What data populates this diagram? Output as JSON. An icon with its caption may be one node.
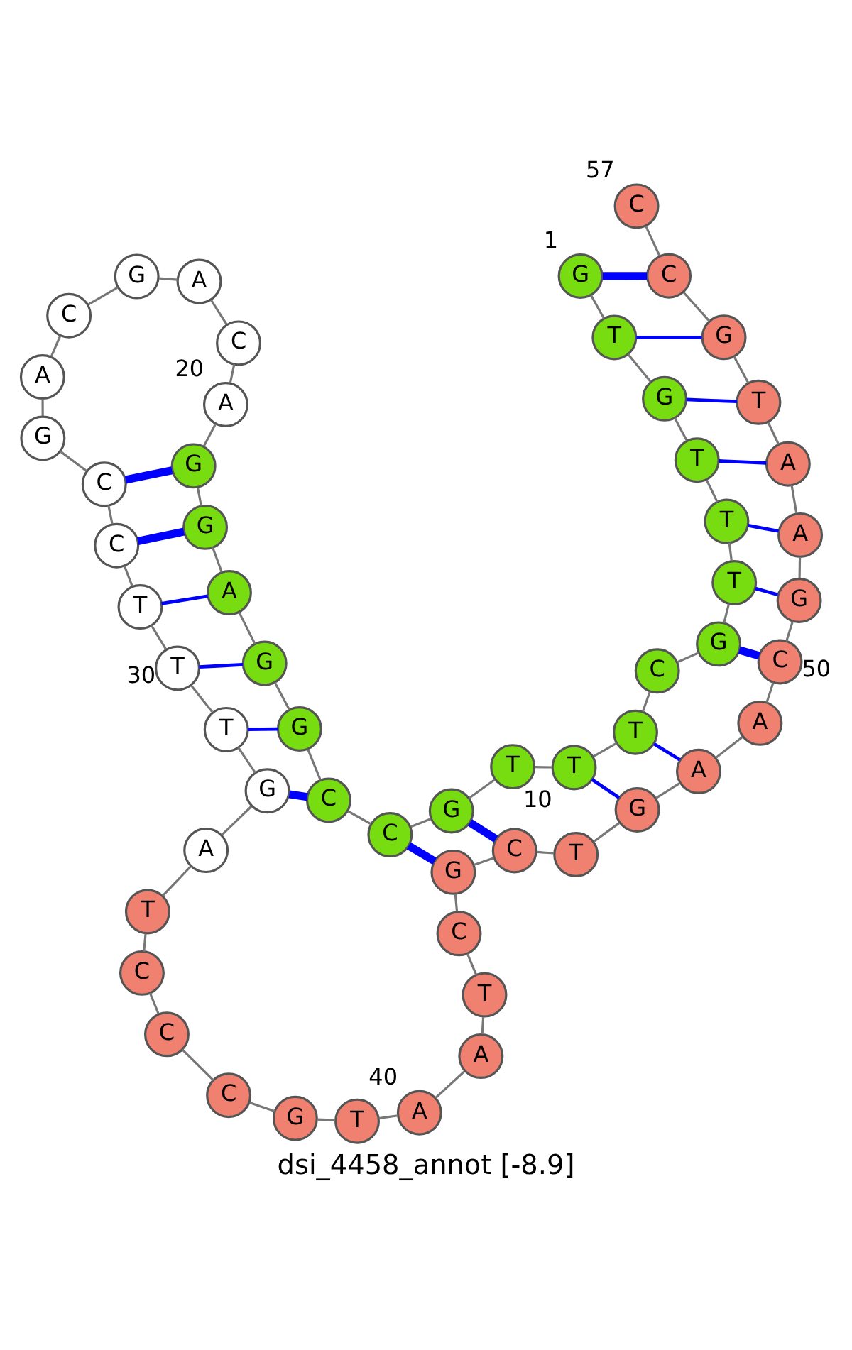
{
  "diagram": {
    "caption": "dsi_4458_annot [-8.9]",
    "nodes": [
      {
        "text": [
          "G"
        ],
        "beside": [
          "1"
        ]
      },
      {
        "text": [
          "T"
        ]
      },
      {
        "text": [
          "G"
        ]
      },
      {
        "text": [
          "T"
        ]
      },
      {
        "text": [
          "T"
        ]
      },
      {
        "text": [
          "T"
        ]
      },
      {
        "text": [
          "G"
        ]
      },
      {
        "text": [
          "C"
        ]
      },
      {
        "text": [
          "T"
        ]
      },
      {
        "text": [
          "T"
        ],
        "beside": [
          "10"
        ]
      },
      {
        "text": [
          "T"
        ]
      },
      {
        "text": [
          "G"
        ]
      },
      {
        "text": [
          "C"
        ]
      },
      {
        "text": [
          "C"
        ]
      },
      {
        "text": [
          "G"
        ]
      },
      {
        "text": [
          "G"
        ]
      },
      {
        "text": [
          "A"
        ]
      },
      {
        "text": [
          "G"
        ]
      },
      {
        "text": [
          "G"
        ]
      },
      {
        "text": [
          "A"
        ],
        "beside": [
          "20"
        ]
      },
      {
        "text": [
          "C"
        ]
      },
      {
        "text": [
          "A"
        ]
      },
      {
        "text": [
          "G"
        ]
      },
      {
        "text": [
          "C"
        ]
      },
      {
        "text": [
          "A"
        ]
      },
      {
        "text": [
          "G"
        ]
      },
      {
        "text": [
          "C"
        ]
      },
      {
        "text": [
          "C"
        ]
      },
      {
        "text": [
          "T"
        ]
      },
      {
        "text": [
          "T"
        ],
        "beside": [
          "30"
        ]
      },
      {
        "text": [
          "T"
        ]
      },
      {
        "text": [
          "G"
        ]
      },
      {
        "text": [
          "A"
        ]
      },
      {
        "text": [
          "T"
        ]
      },
      {
        "text": [
          "C"
        ]
      },
      {
        "text": [
          "C"
        ]
      },
      {
        "text": [
          "C"
        ]
      },
      {
        "text": [
          "G"
        ]
      },
      {
        "text": [
          "T"
        ]
      },
      {
        "text": [
          "A"
        ],
        "beside": [
          "40"
        ]
      },
      {
        "text": [
          "A"
        ]
      },
      {
        "text": [
          "T"
        ]
      },
      {
        "text": [
          "C"
        ]
      },
      {
        "text": [
          "G"
        ]
      },
      {
        "text": [
          "C"
        ]
      },
      {
        "text": [
          "T"
        ]
      },
      {
        "text": [
          "G"
        ]
      },
      {
        "text": [
          "A"
        ]
      },
      {
        "text": [
          "A"
        ]
      },
      {
        "text": [
          "C"
        ],
        "beside": [
          "50"
        ]
      },
      {
        "text": [
          "G"
        ]
      },
      {
        "text": [
          "A"
        ]
      },
      {
        "text": [
          "A"
        ]
      },
      {
        "text": [
          "T"
        ]
      },
      {
        "text": [
          "G"
        ]
      },
      {
        "text": [
          "C"
        ]
      },
      {
        "text": [
          "C"
        ],
        "beside": [
          "57"
        ]
      }
    ],
    "edges": [
      {
        "from": 0,
        "to": 1,
        "arrow": "none"
      },
      {
        "from": 1,
        "to": 2,
        "arrow": "none"
      },
      {
        "from": 2,
        "to": 3,
        "arrow": "none"
      },
      {
        "from": 3,
        "to": 4,
        "arrow": "none"
      },
      {
        "from": 4,
        "to": 5,
        "arrow": "none"
      },
      {
        "from": 5,
        "to": 6,
        "arrow": "none"
      },
      {
        "from": 6,
        "to": 7,
        "arrow": "none"
      },
      {
        "from": 7,
        "to": 8,
        "arrow": "none"
      },
      {
        "from": 8,
        "to": 9,
        "arrow": "none"
      },
      {
        "from": 9,
        "to": 10,
        "arrow": "none"
      },
      {
        "from": 10,
        "to": 11,
        "arrow": "none"
      },
      {
        "from": 11,
        "to": 12,
        "arrow": "none"
      },
      {
        "from": 12,
        "to": 13,
        "arrow": "none"
      },
      {
        "from": 13,
        "to": 14,
        "arrow": "none"
      },
      {
        "from": 14,
        "to": 15,
        "arrow": "none"
      },
      {
        "from": 15,
        "to": 16,
        "arrow": "none"
      },
      {
        "from": 16,
        "to": 17,
        "arrow": "none"
      },
      {
        "from": 17,
        "to": 18,
        "arrow": "none"
      },
      {
        "from": 18,
        "to": 19,
        "arrow": "none"
      },
      {
        "from": 19,
        "to": 20,
        "arrow": "none"
      },
      {
        "from": 20,
        "to": 21,
        "arrow": "none"
      },
      {
        "from": 21,
        "to": 22,
        "arrow": "none"
      },
      {
        "from": 22,
        "to": 23,
        "arrow": "none"
      },
      {
        "from": 23,
        "to": 24,
        "arrow": "none"
      },
      {
        "from": 24,
        "to": 25,
        "arrow": "none"
      },
      {
        "from": 25,
        "to": 26,
        "arrow": "none"
      },
      {
        "from": 26,
        "to": 27,
        "arrow": "none"
      },
      {
        "from": 27,
        "to": 28,
        "arrow": "none"
      },
      {
        "from": 28,
        "to": 29,
        "arrow": "none"
      },
      {
        "from": 29,
        "to": 30,
        "arrow": "none"
      },
      {
        "from": 30,
        "to": 31,
        "arrow": "none"
      },
      {
        "from": 31,
        "to": 32,
        "arrow": "none"
      },
      {
        "from": 32,
        "to": 33,
        "arrow": "none"
      },
      {
        "from": 33,
        "to": 34,
        "arrow": "none"
      },
      {
        "from": 34,
        "to": 35,
        "arrow": "none"
      },
      {
        "from": 35,
        "to": 36,
        "arrow": "none"
      },
      {
        "from": 36,
        "to": 37,
        "arrow": "none"
      },
      {
        "from": 37,
        "to": 38,
        "arrow": "none"
      },
      {
        "from": 38,
        "to": 39,
        "arrow": "none"
      },
      {
        "from": 39,
        "to": 40,
        "arrow": "none"
      },
      {
        "from": 40,
        "to": 41,
        "arrow": "none"
      },
      {
        "from": 41,
        "to": 42,
        "arrow": "none"
      },
      {
        "from": 42,
        "to": 43,
        "arrow": "none"
      },
      {
        "from": 43,
        "to": 44,
        "arrow": "none"
      },
      {
        "from": 44,
        "to": 45,
        "arrow": "none"
      },
      {
        "from": 45,
        "to": 46,
        "arrow": "none"
      },
      {
        "from": 46,
        "to": 47,
        "arrow": "none"
      },
      {
        "from": 47,
        "to": 48,
        "arrow": "none"
      },
      {
        "from": 48,
        "to": 49,
        "arrow": "none"
      },
      {
        "from": 49,
        "to": 50,
        "arrow": "none"
      },
      {
        "from": 50,
        "to": 51,
        "arrow": "none"
      },
      {
        "from": 51,
        "to": 52,
        "arrow": "none"
      },
      {
        "from": 52,
        "to": 53,
        "arrow": "none"
      },
      {
        "from": 53,
        "to": 54,
        "arrow": "none"
      },
      {
        "from": 54,
        "to": 55,
        "arrow": "none"
      },
      {
        "from": 55,
        "to": 56,
        "arrow": "none"
      },
      {
        "from": 0,
        "to": 55,
        "arrow": "none",
        "style": "thick",
        "color": "#0000ff"
      },
      {
        "from": 1,
        "to": 54,
        "arrow": "none",
        "color": "#0000ff"
      },
      {
        "from": 2,
        "to": 53,
        "arrow": "none",
        "color": "#0000ff"
      },
      {
        "from": 3,
        "to": 52,
        "arrow": "none",
        "color": "#0000ff"
      },
      {
        "from": 4,
        "to": 51,
        "arrow": "none",
        "color": "#0000ff"
      },
      {
        "from": 5,
        "to": 50,
        "arrow": "none",
        "color": "#0000ff"
      },
      {
        "from": 6,
        "to": 49,
        "arrow": "none",
        "style": "thick",
        "color": "#0000ff"
      },
      {
        "from": 8,
        "to": 47,
        "arrow": "none",
        "color": "#0000ff"
      },
      {
        "from": 9,
        "to": 46,
        "arrow": "none",
        "color": "#0000ff"
      },
      {
        "from": 11,
        "to": 44,
        "arrow": "none",
        "style": "thick",
        "color": "#0000ff"
      },
      {
        "from": 12,
        "to": 43,
        "arrow": "none",
        "style": "thick",
        "color": "#0000ff"
      },
      {
        "from": 13,
        "to": 31,
        "arrow": "none",
        "style": "thick",
        "color": "#0000ff"
      },
      {
        "from": 14,
        "to": 30,
        "arrow": "none",
        "color": "#0000ff"
      },
      {
        "from": 15,
        "to": 29,
        "arrow": "none",
        "color": "#0000ff"
      },
      {
        "from": 16,
        "to": 28,
        "arrow": "none",
        "color": "#0000ff"
      },
      {
        "from": 17,
        "to": 27,
        "arrow": "none",
        "style": "thick",
        "color": "#0000ff"
      },
      {
        "from": 18,
        "to": 26,
        "arrow": "none",
        "style": "thick",
        "color": "#0000ff"
      }
    ]
  }
}
